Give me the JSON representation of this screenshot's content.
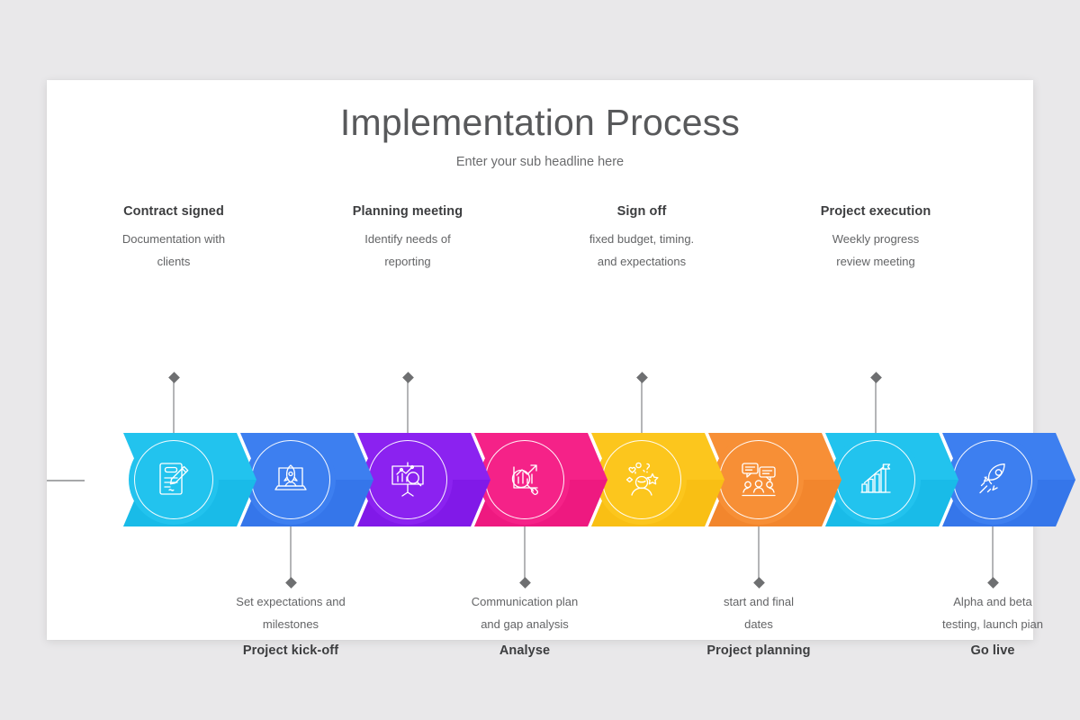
{
  "slide": {
    "title": "Implementation Process",
    "subtitle": "Enter your sub headline here"
  },
  "colors": {
    "background": "#e9e8ea",
    "card": "#ffffff",
    "title_text": "#58595b",
    "body_text": "#636466",
    "heading_text": "#3c3d3f",
    "connector": "#b4b5b7",
    "diamond": "#6e6f71"
  },
  "steps": [
    {
      "index": 1,
      "title": "Contract signed",
      "desc_line1": "Documentation with",
      "desc_line2": "clients",
      "position": "top",
      "icon": "contract-pen-icon",
      "color": "#22c3ee",
      "color_dark": "#12b5e4"
    },
    {
      "index": 2,
      "title": "Project kick-off",
      "desc_line1": "Set expectations and",
      "desc_line2": "milestones",
      "position": "bottom",
      "icon": "rocket-laptop-icon",
      "color": "#3d7ff0",
      "color_dark": "#2f6fe6"
    },
    {
      "index": 3,
      "title": "Planning meeting",
      "desc_line1": "Identify needs of",
      "desc_line2": "reporting",
      "position": "top",
      "icon": "presentation-analysis-icon",
      "color": "#8b22f0",
      "color_dark": "#7a12e2"
    },
    {
      "index": 4,
      "title": "Analyse",
      "desc_line1": "Communication plan",
      "desc_line2": "and gap analysis",
      "position": "bottom",
      "icon": "chart-magnifier-icon",
      "color": "#f52288",
      "color_dark": "#e8127a"
    },
    {
      "index": 5,
      "title": "Sign off",
      "desc_line1": "fixed budget, timing.",
      "desc_line2": "and expectations",
      "position": "top",
      "icon": "idea-person-icon",
      "color": "#fcc61d",
      "color_dark": "#f5ba0c"
    },
    {
      "index": 6,
      "title": "Project planning",
      "desc_line1": "start and final",
      "desc_line2": "dates",
      "position": "bottom",
      "icon": "team-meeting-icon",
      "color": "#f78f36",
      "color_dark": "#ee8026"
    },
    {
      "index": 7,
      "title": "Project execution",
      "desc_line1": "Weekly progress",
      "desc_line2": "review meeting",
      "position": "top",
      "icon": "growth-chart-flag-icon",
      "color": "#22c3ee",
      "color_dark": "#12b5e4"
    },
    {
      "index": 8,
      "title": "Go live",
      "desc_line1": "Alpha and beta",
      "desc_line2": "testing, launch pian",
      "position": "bottom",
      "icon": "rocket-icon",
      "color": "#3d7ff0",
      "color_dark": "#2f6fe6"
    }
  ]
}
